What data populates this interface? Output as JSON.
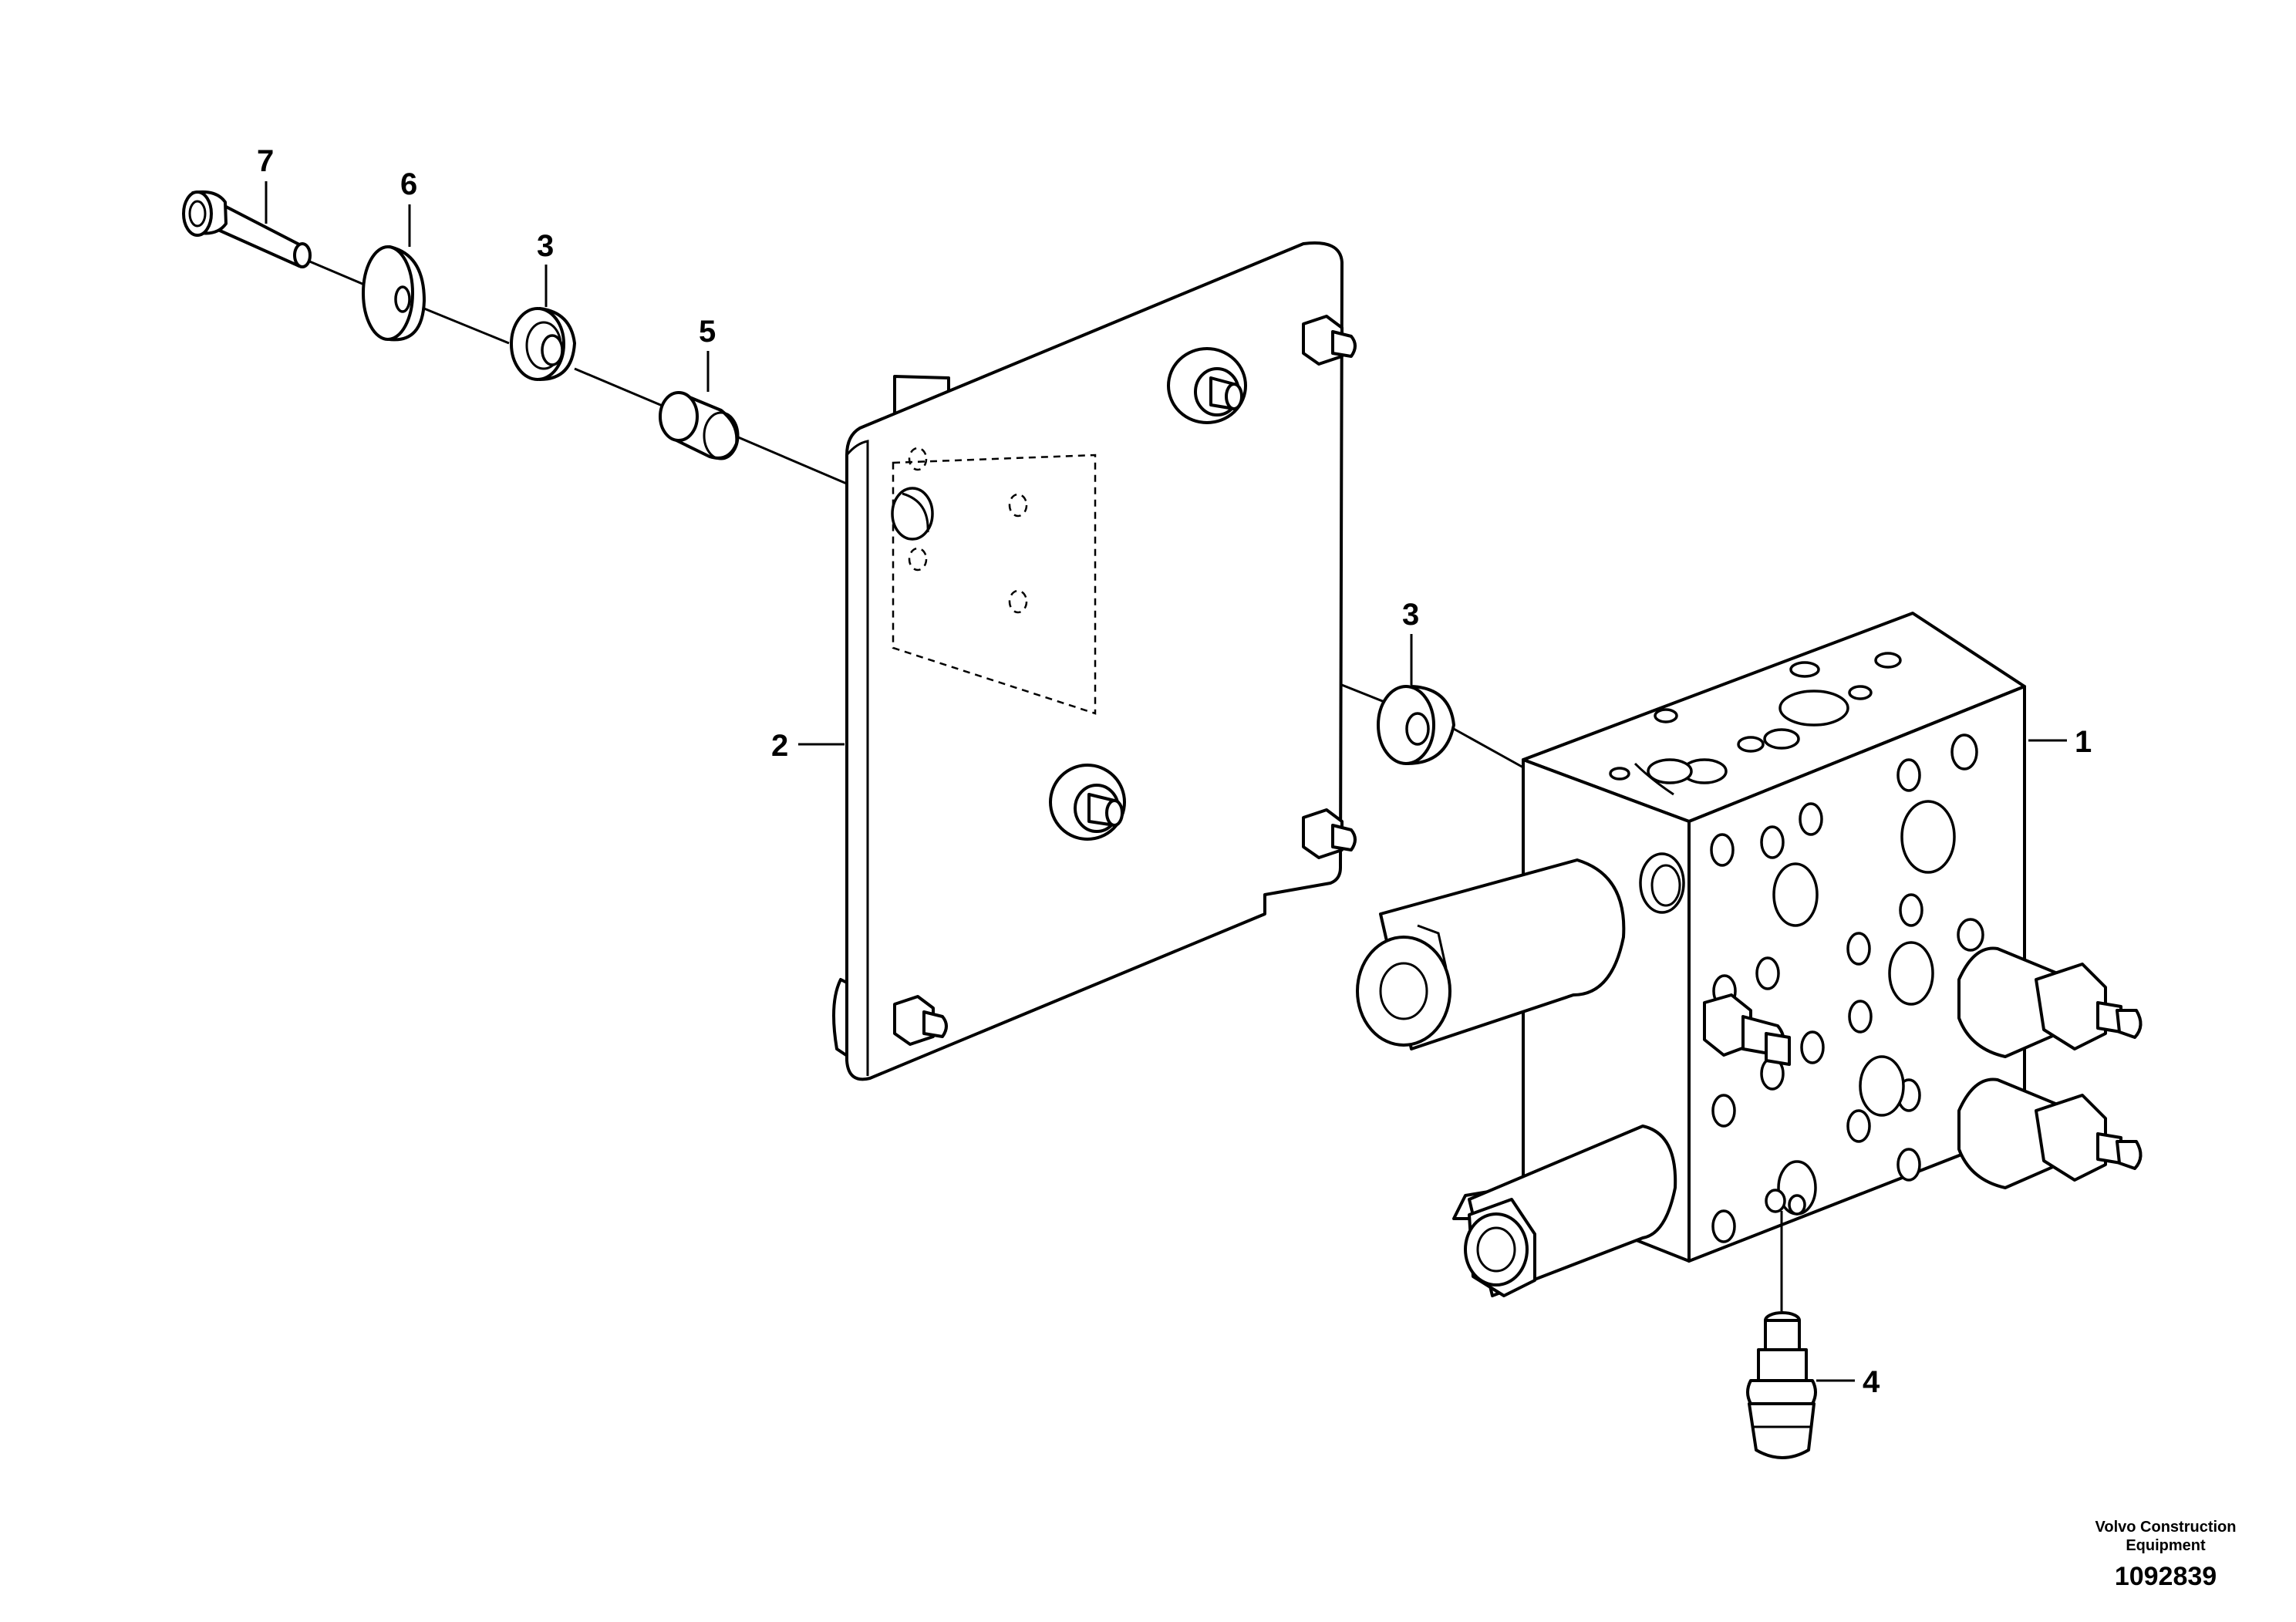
{
  "callouts": {
    "c1": "1",
    "c2": "2",
    "c3_upper": "3",
    "c3_lower": "3",
    "c4": "4",
    "c5": "5",
    "c6": "6",
    "c7": "7"
  },
  "footer": {
    "brand_line1": "Volvo Construction",
    "brand_line2": "Equipment",
    "drawing_number": "1092839"
  }
}
